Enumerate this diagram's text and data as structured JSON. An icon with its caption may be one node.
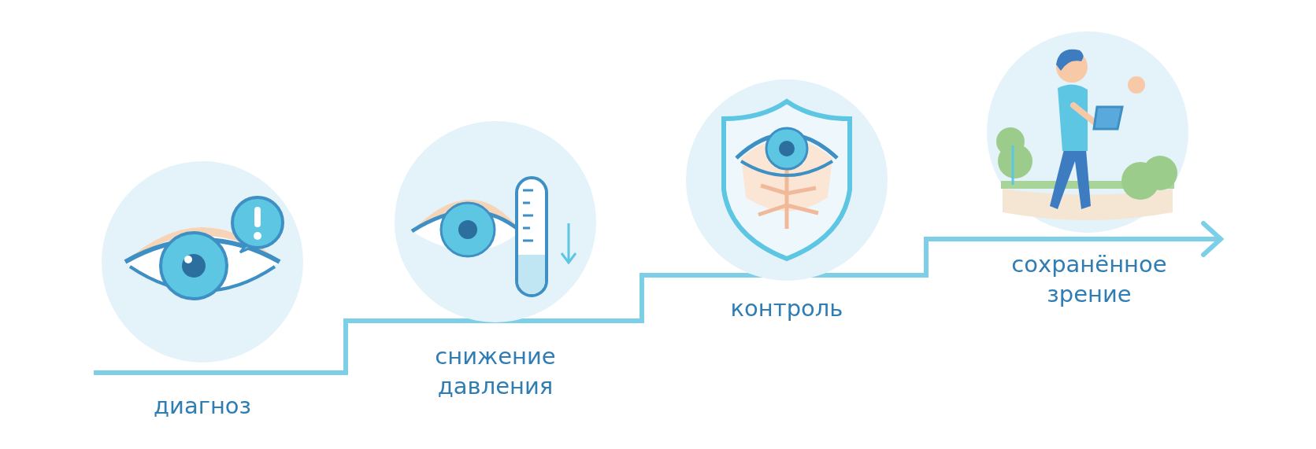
{
  "diagram": {
    "nodes": [
      {
        "text": [],
        "shape": "picture",
        "beside": [
          "диагноз"
        ]
      },
      {
        "text": [],
        "shape": "picture",
        "beside": [
          "снижение давления"
        ]
      },
      {
        "text": [],
        "shape": "picture",
        "beside": [
          "контроль"
        ]
      },
      {
        "text": [],
        "shape": "picture",
        "beside": [
          "сохранённое зрение"
        ]
      }
    ]
  }
}
